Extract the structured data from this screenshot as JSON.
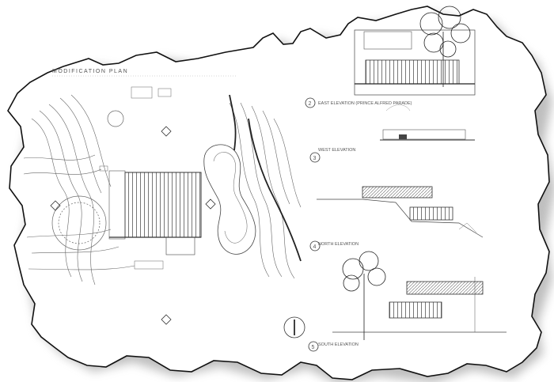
{
  "sheet": {
    "plan_title": "MODIFICATION PLAN",
    "elevations": [
      {
        "number": "2",
        "title": "EAST ELEVATION (PRINCE ALFRED PARADE)"
      },
      {
        "number": "3",
        "title": "WEST ELEVATION"
      },
      {
        "number": "4",
        "title": "NORTH ELEVATION"
      },
      {
        "number": "5",
        "title": "SOUTH ELEVATION"
      }
    ]
  },
  "colors": {
    "paper": "#ffffff",
    "ink": "#444444",
    "shadow": "#8a8a8a",
    "outline": "#111111"
  }
}
